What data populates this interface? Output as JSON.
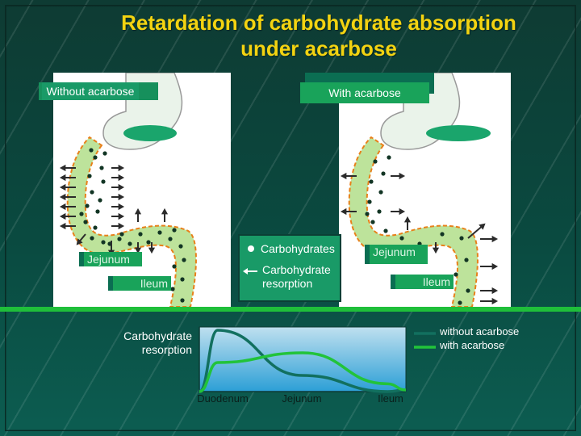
{
  "title_line1": "Retardation of carbohydrate absorption",
  "title_line2": "under acarbose",
  "left_panel": {
    "tag": "Without acarbose",
    "jejunum": "Jejunum",
    "ileum": "Ileum"
  },
  "right_panel": {
    "tag": "With acarbose",
    "jejunum": "Jejunum",
    "ileum": "Ileum"
  },
  "legend": {
    "carbohydrates": "Carbohydrates",
    "resorption": "Carbohydrate resorption"
  },
  "chart_data": {
    "type": "line",
    "title": "",
    "ylabel": "Carbohydrate resorption",
    "xlabel": "",
    "categories": [
      "Duodenum",
      "Jejunum",
      "Ileum"
    ],
    "series": [
      {
        "name": "without acarbose",
        "color": "#12705f",
        "values": [
          0.95,
          0.25,
          0.0
        ]
      },
      {
        "name": "with acarbose",
        "color": "#22c33a",
        "values": [
          0.45,
          0.6,
          0.12
        ]
      }
    ]
  },
  "colors": {
    "title": "#f3d311",
    "accent": "#19a35a",
    "gut": "#bde39b",
    "dots": "#123524"
  },
  "icons": {
    "arrow": "arrow-icon",
    "dot": "carbohydrate-dot-icon"
  }
}
